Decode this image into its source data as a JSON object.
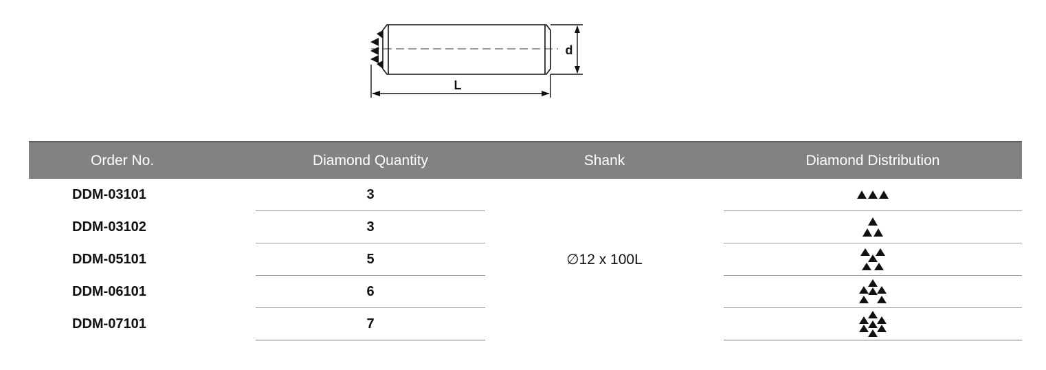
{
  "diagram": {
    "length_label": "L",
    "diameter_label": "d"
  },
  "table": {
    "headers": {
      "order_no": "Order No.",
      "diamond_quantity": "Diamond Quantity",
      "shank": "Shank",
      "diamond_distribution": "Diamond Distribution"
    },
    "shank_value": "∅12 x 100L",
    "rows": [
      {
        "order_no": "DDM-03101",
        "quantity": "3",
        "distribution_icon": "three-diamonds-in-line-icon",
        "diamonds": 3
      },
      {
        "order_no": "DDM-03102",
        "quantity": "3",
        "distribution_icon": "three-diamonds-triangle-icon",
        "diamonds": 3
      },
      {
        "order_no": "DDM-05101",
        "quantity": "5",
        "distribution_icon": "five-diamonds-cluster-icon",
        "diamonds": 5
      },
      {
        "order_no": "DDM-06101",
        "quantity": "6",
        "distribution_icon": "six-diamonds-cluster-icon",
        "diamonds": 6
      },
      {
        "order_no": "DDM-07101",
        "quantity": "7",
        "distribution_icon": "seven-diamonds-cluster-icon",
        "diamonds": 7
      }
    ]
  },
  "colors": {
    "header_bg": "#828282",
    "header_text": "#ffffff",
    "line": "#888888",
    "ink": "#111111"
  }
}
